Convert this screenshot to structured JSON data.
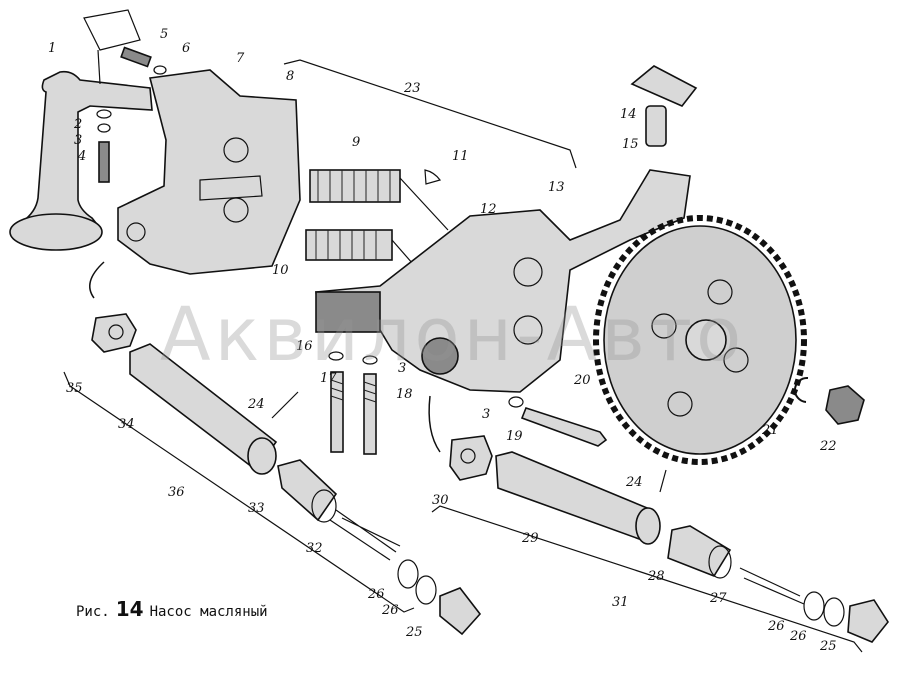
{
  "figure": {
    "prefix": "Рис.",
    "number": "14",
    "title": "Насос масляный"
  },
  "watermark": "Аквилон-Авто",
  "callouts": [
    "1",
    "2",
    "3",
    "4",
    "5",
    "6",
    "7",
    "8",
    "9",
    "10",
    "11",
    "12",
    "13",
    "14",
    "15",
    "16",
    "3",
    "17",
    "18",
    "19",
    "20",
    "21",
    "22",
    "23",
    "24",
    "24",
    "3",
    "25",
    "25",
    "26",
    "26",
    "26",
    "26",
    "27",
    "28",
    "29",
    "30",
    "31",
    "32",
    "33",
    "34",
    "35",
    "36"
  ]
}
